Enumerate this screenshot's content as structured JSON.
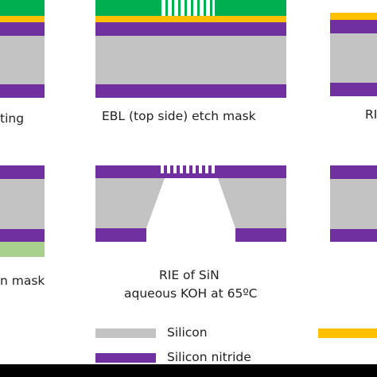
{
  "colors": {
    "silicon": "#c3c3c3",
    "silicon_nitride": "#7030a0",
    "green_resist": "#00b050",
    "gold_layer": "#ffc000",
    "light_green": "#a9d18e",
    "background": "#ffffff",
    "bottom_band": "#000000"
  },
  "captions": {
    "top_left": "ting",
    "top_center": "EBL (top side) etch mask",
    "top_right": "RI",
    "middle_left": "n mask",
    "middle_center_line1": "RIE of SiN",
    "middle_center_line2": "aqueous KOH at 65ºC"
  },
  "legend": {
    "silicon": "Silicon",
    "silicon_nitride": "Silicon nitride"
  }
}
